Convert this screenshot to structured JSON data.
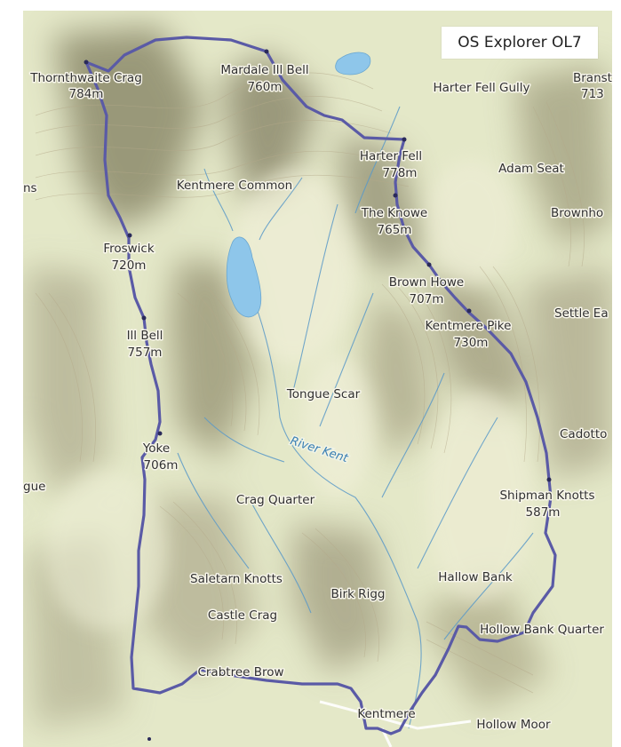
{
  "map_badge": "OS Explorer OL7",
  "colors": {
    "route": "#5a5aa6",
    "water": "#8ec6ea",
    "stream": "#5b9ac8",
    "terrain_base": "#e6e9c9"
  },
  "peaks": [
    {
      "name": "Thornthwaite Crag",
      "height": "784m"
    },
    {
      "name": "Mardale Ill Bell",
      "height": "760m"
    },
    {
      "name": "Harter Fell",
      "height": "778m"
    },
    {
      "name": "The Knowe",
      "height": "765m"
    },
    {
      "name": "Froswick",
      "height": "720m"
    },
    {
      "name": "Ill Bell",
      "height": "757m"
    },
    {
      "name": "Brown Howe",
      "height": "707m"
    },
    {
      "name": "Kentmere Pike",
      "height": "730m"
    },
    {
      "name": "Yoke",
      "height": "706m"
    },
    {
      "name": "Shipman Knotts",
      "height": "587m"
    },
    {
      "name": "Bransty",
      "height": "713"
    }
  ],
  "places": {
    "harter_fell_gully": "Harter Fell Gully",
    "adam_seat": "Adam Seat",
    "kentmere_common": "Kentmere Common",
    "brownhow": "Brownho",
    "settle": "Settle Ea",
    "tongue_scar": "Tongue Scar",
    "river_kent": "River Kent",
    "cadotto": "Cadotto",
    "crag_quarter": "Crag Quarter",
    "hallow_bank": "Hallow Bank",
    "saletarn_knotts": "Saletarn Knotts",
    "birk_rigg": "Birk Rigg",
    "castle_crag": "Castle Crag",
    "hollow_bank_quarter": "Hollow Bank Quarter",
    "crabtree_brow": "Crabtree Brow",
    "kentmere": "Kentmere",
    "hollow_moor": "Hollow Moor",
    "edge_ns": "ns",
    "edge_gue": "gue"
  }
}
